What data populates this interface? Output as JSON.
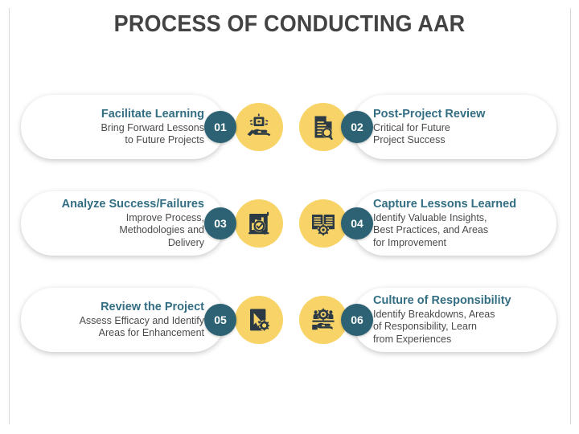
{
  "slide": {
    "title": "PROCESS OF CONDUCTING AAR",
    "background": "#ffffff",
    "frame_line_color": "#d9d9d9"
  },
  "theme": {
    "heading_color": "#336e82",
    "body_color": "#4b4b4b",
    "badge_color": "#2c6274",
    "badge_text_color": "#ffffff",
    "icon_circle_color": "#f8d468",
    "icon_glyph_color": "#2b3a45",
    "card_color": "#ffffff",
    "title_color": "#434343"
  },
  "steps": [
    {
      "number": "01",
      "title": "Facilitate Learning",
      "description": "Bring Forward Lessons\nto Future Projects",
      "icon": "hand-offering-book-icon",
      "side": "left"
    },
    {
      "number": "02",
      "title": "Post-Project Review",
      "description": "Critical for Future\nProject Success",
      "icon": "document-magnifier-icon",
      "side": "right"
    },
    {
      "number": "03",
      "title": "Analyze Success/Failures",
      "description": "Improve Process,\nMethodologies and\nDelivery",
      "icon": "bar-chart-magnifier-icon",
      "side": "left"
    },
    {
      "number": "04",
      "title": "Capture Lessons Learned",
      "description": "Identify Valuable Insights,\nBest Practices, and Areas\nfor Improvement",
      "icon": "open-book-gear-icon",
      "side": "right"
    },
    {
      "number": "05",
      "title": "Review the Project",
      "description": "Assess Efficacy and Identify\nAreas for Enhancement",
      "icon": "clipboard-cursor-gear-icon",
      "side": "left"
    },
    {
      "number": "06",
      "title": "Culture of Responsibility",
      "description": "Identify Breakdowns, Areas\nof Responsibility, Learn\nfrom Experiences",
      "icon": "hand-gear-people-icon",
      "side": "right"
    }
  ]
}
